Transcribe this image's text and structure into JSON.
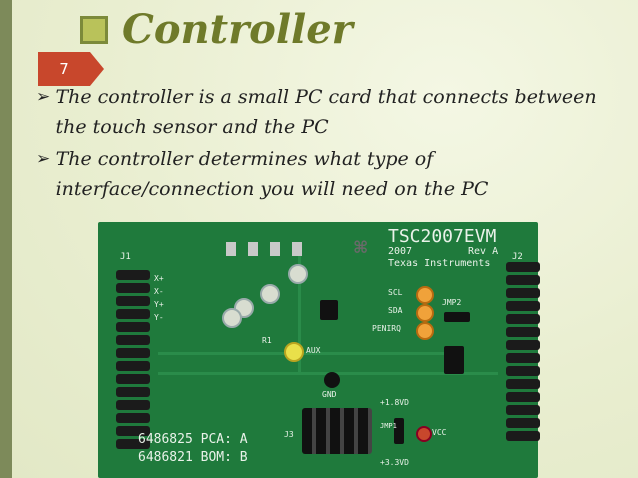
{
  "slide": {
    "title": "Controller",
    "page_number": "7",
    "bullets": [
      {
        "text": "The controller is a small PC card that connects between the touch sensor and the PC"
      },
      {
        "text": "The controller determines what type of interface/connection you will need on the PC"
      }
    ]
  },
  "board": {
    "name": "TSC2007EVM",
    "year": "2007",
    "rev": "Rev A",
    "maker": "Texas Instruments",
    "labels": {
      "j1": "J1",
      "j2": "J2",
      "j3": "J3",
      "xp": "X+",
      "xm": "X-",
      "yp": "Y+",
      "ym": "Y-",
      "scl": "SCL",
      "sda": "SDA",
      "penirq": "PENIRQ",
      "jmp2": "JMP2",
      "jmp1": "JMP1",
      "aux": "AUX",
      "gnd": "GND",
      "r1": "R1",
      "v18": "+1.8VD",
      "v33": "+3.3VD",
      "vcc": "VCC",
      "pca": "6486825 PCA: A",
      "bom": "6486821 BOM: B"
    }
  },
  "colors": {
    "accent": "#c8472c",
    "title": "#6f7a2a",
    "board": "#1f7a3c"
  }
}
